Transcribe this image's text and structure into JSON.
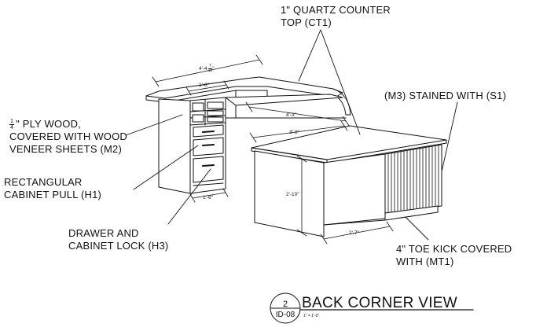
{
  "callouts": {
    "quartz_line1": "1\" QUARTZ COUNTER",
    "quartz_line2": "TOP (CT1)",
    "stained": "(M3) STAINED WITH (S1)",
    "ply_frac_num": "1",
    "ply_frac_den": "4",
    "ply_line1_rest": "\" PLY WOOD,",
    "ply_line2": "COVERED WITH WOOD",
    "ply_line3": "VENEER SHEETS (M2)",
    "pull_line1": "RECTANGULAR",
    "pull_line2": "CABINET PULL (H1)",
    "lock_line1": "DRAWER AND",
    "lock_line2": "CABINET LOCK (H3)",
    "toe_line1": "4\" TOE KICK COVERED",
    "toe_line2": "WITH (MT1)"
  },
  "dimensions": {
    "top_width": "4'-4",
    "top_width_frac_num": "7",
    "top_width_frac_den": "16",
    "top_width_suffix": "\"",
    "cabinet_width": "1'-6\"",
    "counter_depth": "4'-3\"",
    "return_length": "3'-8\"",
    "height": "2'-10\"",
    "end_width": "2'-7\"",
    "base_width": "1'-6\""
  },
  "title_block": {
    "view_number": "2",
    "sheet_ref": "ID-08",
    "view_title": "BACK CORNER VIEW",
    "scale": "1\" = 1'-0\""
  }
}
